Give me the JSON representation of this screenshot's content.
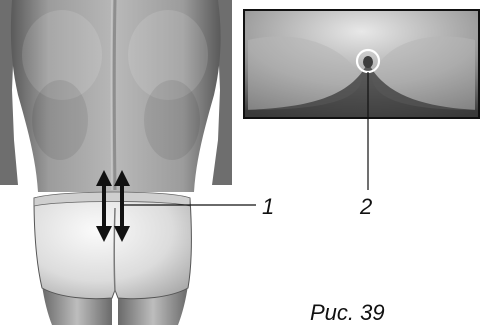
{
  "figure": {
    "caption": "Рис. 39",
    "callouts": [
      {
        "label": "1"
      },
      {
        "label": "2"
      }
    ]
  },
  "colors": {
    "ink": "#111111",
    "skin_light": "#d9d9d9",
    "skin_mid": "#9a9a9a",
    "skin_dark": "#4a4a4a",
    "briefs": "#e6e6e6",
    "marker": "#ffffff"
  }
}
